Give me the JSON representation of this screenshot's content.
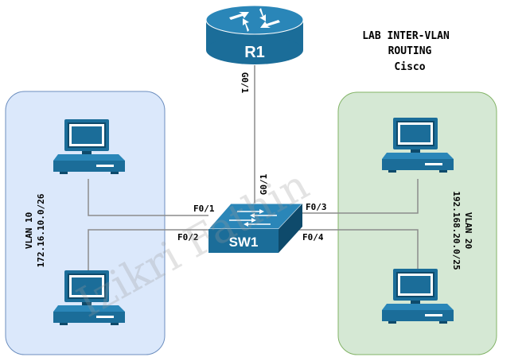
{
  "title": {
    "line1": "LAB INTER-VLAN",
    "line2": "ROUTING",
    "line3": "Cisco"
  },
  "watermark": "Izikri Fathin",
  "router": {
    "label": "R1",
    "port": "G0/1"
  },
  "switch": {
    "label": "SW1",
    "ports": {
      "uplink": "G0/1",
      "p1": "F0/1",
      "p2": "F0/2",
      "p3": "F0/3",
      "p4": "F0/4"
    }
  },
  "vlans": [
    {
      "name": "VLAN 10",
      "subnet": "172.16.10.0/26",
      "fill": "#dbe8fb",
      "stroke": "#6c8ebf"
    },
    {
      "name": "VLAN 20",
      "subnet": "192.168.20.0/25",
      "fill": "#d5e8d4",
      "stroke": "#82b366"
    }
  ],
  "colors": {
    "device": "#1b6d99",
    "device_dark": "#0e4a6b",
    "link": "#8c8c8c",
    "text": "#000000"
  },
  "icons": [
    "router-icon",
    "switch-icon",
    "pc-icon"
  ]
}
